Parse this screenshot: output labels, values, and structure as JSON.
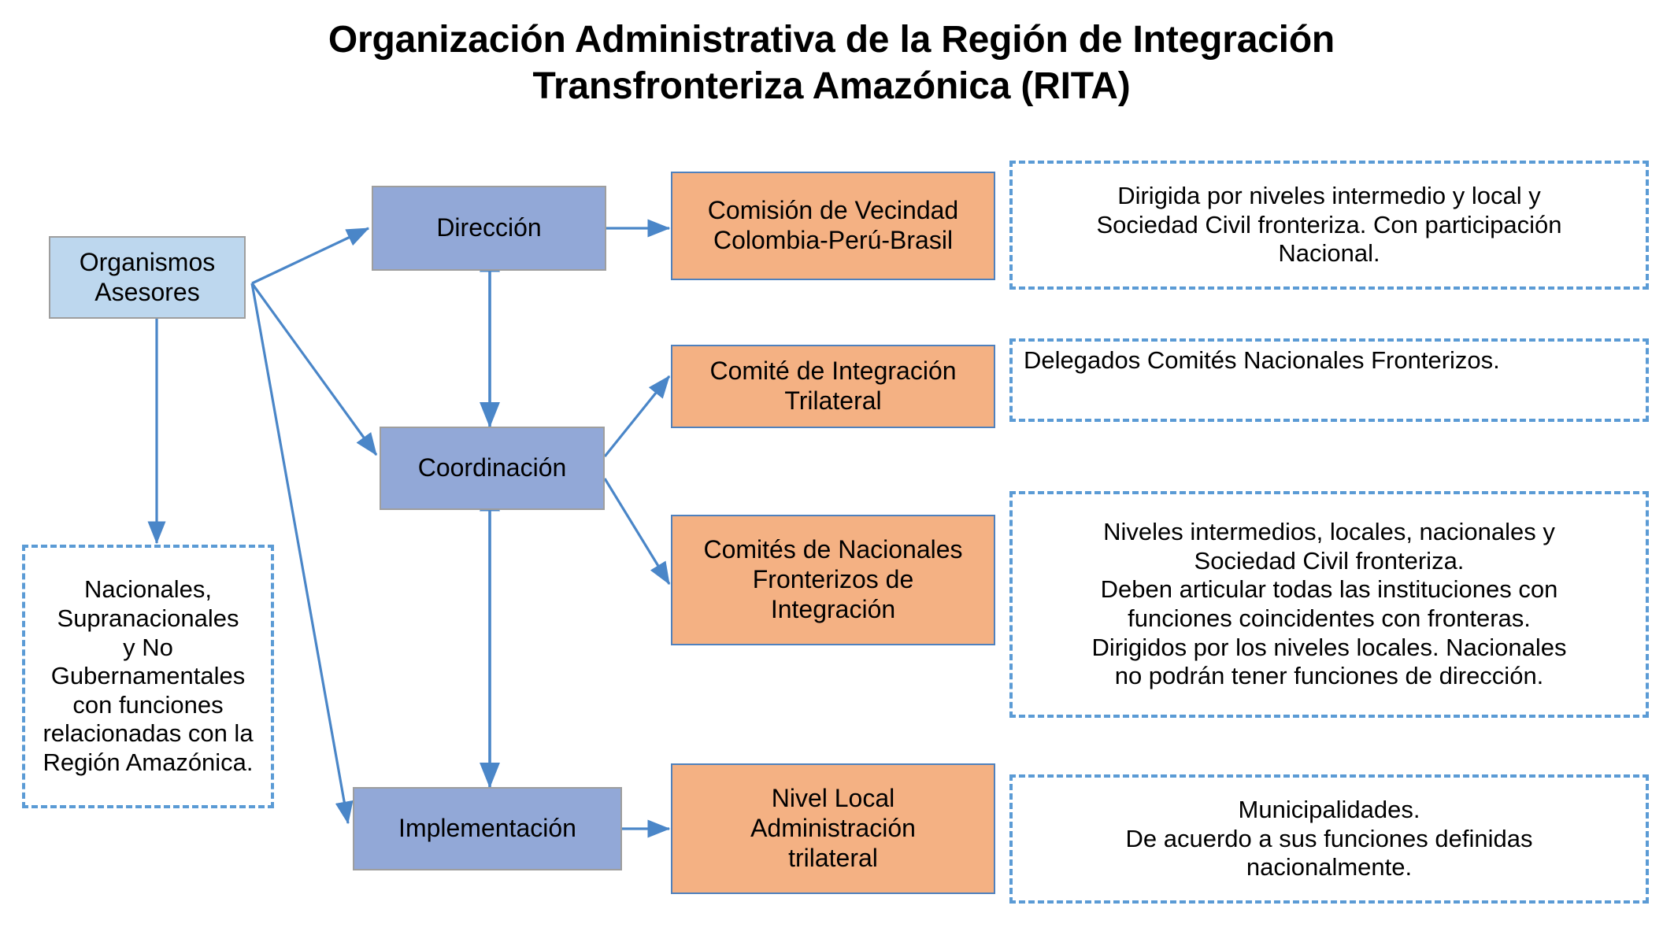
{
  "title": {
    "line1": "Organización Administrativa de la Región de Integración",
    "line2": "Transfronteriza Amazónica (RITA)"
  },
  "colors": {
    "advisory_fill": "#bdd7ee",
    "stage_fill": "#92a8d7",
    "entity_fill": "#f4b183",
    "note_border": "#5b9bd5",
    "arrow": "#4a86c8",
    "box_border": "#9e9e9e",
    "entity_border": "#4f81bd"
  },
  "nodes": {
    "advisory": {
      "label": "Organismos\nAsesores",
      "line1": "Organismos",
      "line2": "Asesores"
    },
    "advisory_note": {
      "text": "Nacionales, Supranacionales y No Gubernamentales con funciones relacionadas con la Región Amazónica.",
      "lines": [
        "Nacionales,",
        "Supranacionales",
        "y No",
        "Gubernamentales",
        "con funciones",
        "relacionadas con la",
        "Región Amazónica."
      ]
    },
    "stages": [
      {
        "label": "Dirección"
      },
      {
        "label": "Coordinación"
      },
      {
        "label": "Implementación"
      }
    ],
    "entities": [
      {
        "lines": [
          "Comisión de Vecindad",
          "Colombia-Perú-Brasil"
        ]
      },
      {
        "lines": [
          "Comité de Integración",
          "Trilateral"
        ]
      },
      {
        "lines": [
          "Comités de Nacionales",
          "Fronterizos de",
          "Integración"
        ]
      },
      {
        "lines": [
          "Nivel Local",
          "Administración",
          "trilateral"
        ]
      }
    ],
    "notes": [
      {
        "lines": [
          "Dirigida por niveles intermedio y local y",
          "Sociedad Civil  fronteriza. Con participación",
          "Nacional."
        ],
        "align": "middle"
      },
      {
        "lines": [
          "Delegados Comités Nacionales Fronterizos."
        ],
        "align": "top"
      },
      {
        "lines": [
          "Niveles intermedios, locales, nacionales y",
          "Sociedad Civil fronteriza.",
          "Deben articular todas las instituciones con",
          "funciones coincidentes con fronteras.",
          "Dirigidos por los niveles locales. Nacionales",
          "no podrán tener funciones de dirección."
        ],
        "align": "middle"
      },
      {
        "lines": [
          "Municipalidades.",
          "De acuerdo a sus funciones definidas",
          "nacionalmente."
        ],
        "align": "middle"
      }
    ]
  }
}
